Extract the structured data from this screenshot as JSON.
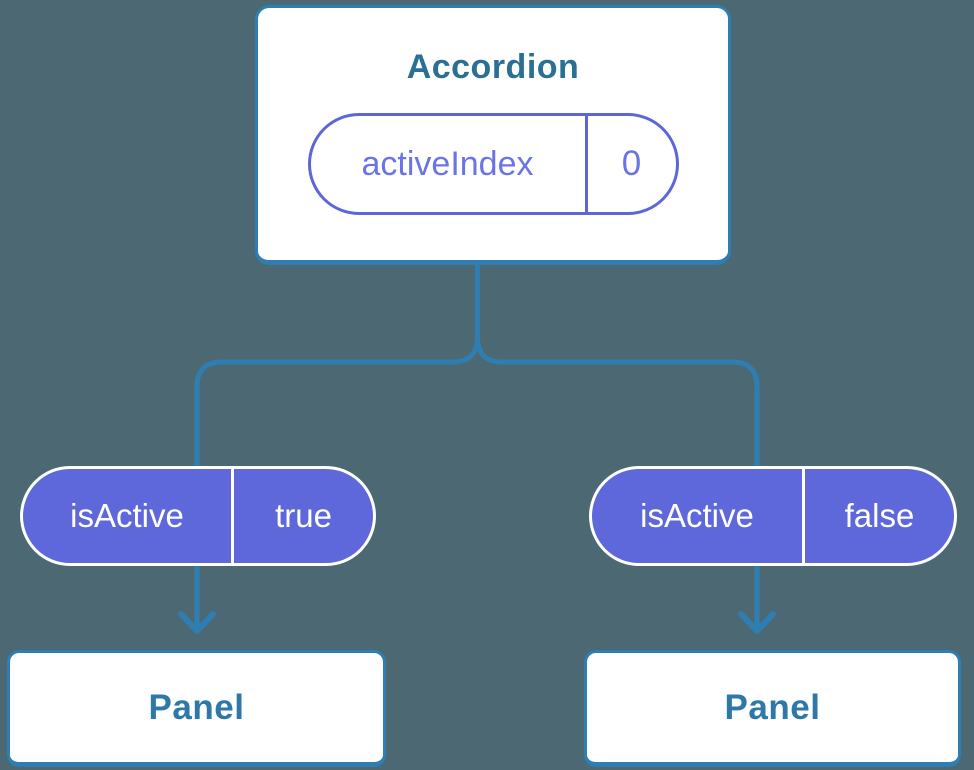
{
  "palette": {
    "bg": "#4C6873",
    "blue": "#2E7EB3",
    "card_bg": "#FFFFFF",
    "title": "#2B7094",
    "panel_title": "#2E78A8",
    "purple": "#5F68DB",
    "purple_outline": "#5C66DA",
    "purple_text": "#6B74E6"
  },
  "tree": {
    "root": {
      "title": "Accordion",
      "state_pill": {
        "name": "activeIndex",
        "value": "0"
      }
    },
    "branches": [
      {
        "prop_pill": {
          "name": "isActive",
          "value": "true"
        },
        "child": {
          "title": "Panel"
        }
      },
      {
        "prop_pill": {
          "name": "isActive",
          "value": "false"
        },
        "child": {
          "title": "Panel"
        }
      }
    ]
  }
}
